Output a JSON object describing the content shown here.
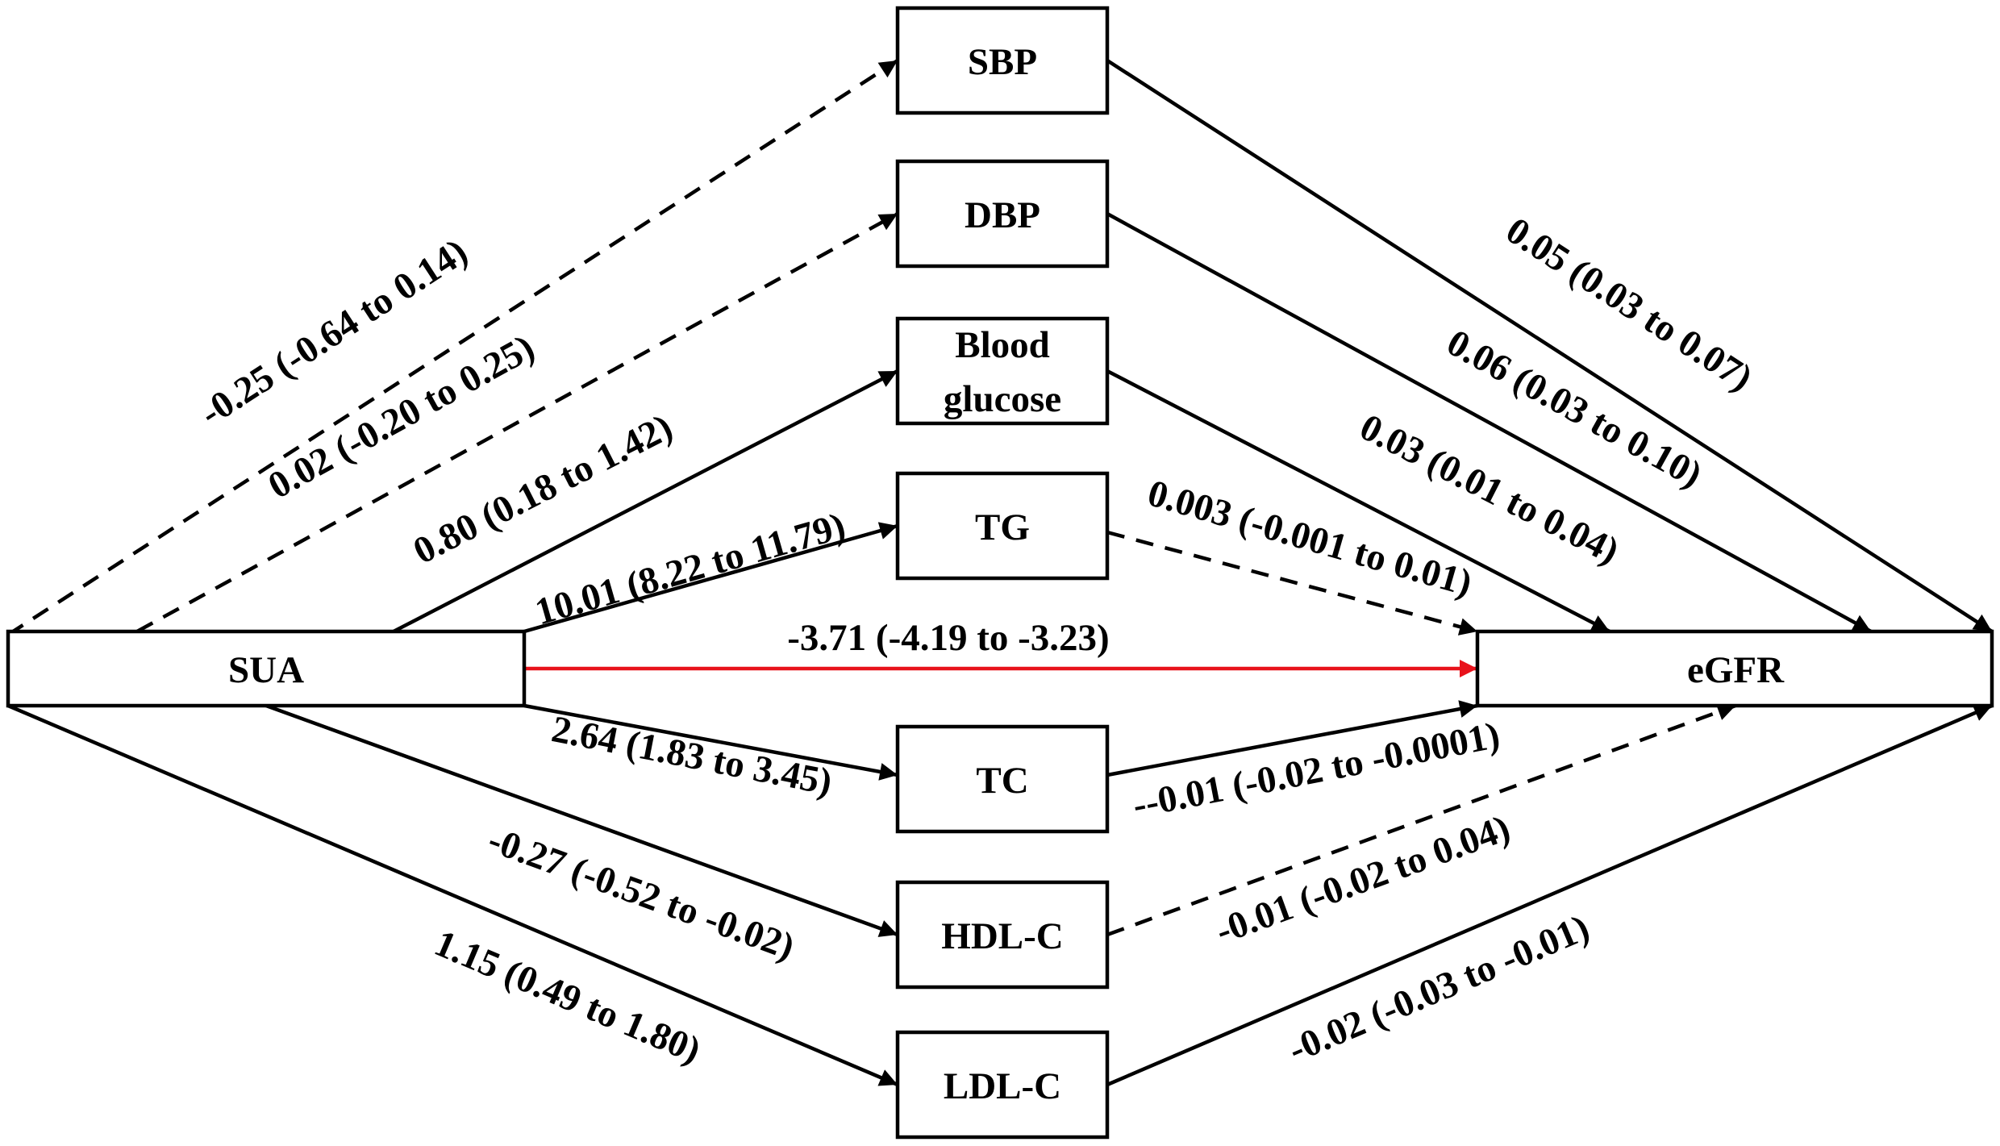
{
  "colors": {
    "line": "#000000",
    "highlight": "#e8121b",
    "background": "#ffffff"
  },
  "nodes": {
    "sua": "SUA",
    "egfr": "eGFR",
    "sbp": "SBP",
    "dbp": "DBP",
    "blood_glucose_line1": "Blood",
    "blood_glucose_line2": "glucose",
    "tg": "TG",
    "tc": "TC",
    "hdlc": "HDL-C",
    "ldlc": "LDL-C"
  },
  "edges": {
    "sua_sbp": {
      "label": "-0.25 (-0.64 to 0.14)",
      "style": "dashed"
    },
    "sua_dbp": {
      "label": "0.02 (-0.20 to 0.25)",
      "style": "dashed"
    },
    "sua_glucose": {
      "label": "0.80 (0.18 to 1.42)",
      "style": "solid"
    },
    "sua_tg": {
      "label": "10.01 (8.22 to 11.79)",
      "style": "solid"
    },
    "sua_egfr": {
      "label": "-3.71 (-4.19 to -3.23)",
      "style": "solid-red"
    },
    "sua_tc": {
      "label": "2.64 (1.83 to 3.45)",
      "style": "solid"
    },
    "sua_hdlc": {
      "label": "-0.27 (-0.52 to -0.02)",
      "style": "solid"
    },
    "sua_ldlc": {
      "label": "1.15 (0.49 to 1.80)",
      "style": "solid"
    },
    "sbp_egfr": {
      "label": "0.05 (0.03 to 0.07)",
      "style": "solid"
    },
    "dbp_egfr": {
      "label": "0.06 (0.03 to 0.10)",
      "style": "solid"
    },
    "glucose_egfr": {
      "label": "0.03 (0.01 to 0.04)",
      "style": "solid"
    },
    "tg_egfr": {
      "label": "0.003 (-0.001 to 0.01)",
      "style": "dashed"
    },
    "tc_egfr": {
      "label": "--0.01 (-0.02 to -0.0001)",
      "style": "solid"
    },
    "hdlc_egfr": {
      "label": "-0.01 (-0.02 to 0.04)",
      "style": "dashed"
    },
    "ldlc_egfr": {
      "label": "-0.02 (-0.03 to -0.01)",
      "style": "solid"
    }
  }
}
